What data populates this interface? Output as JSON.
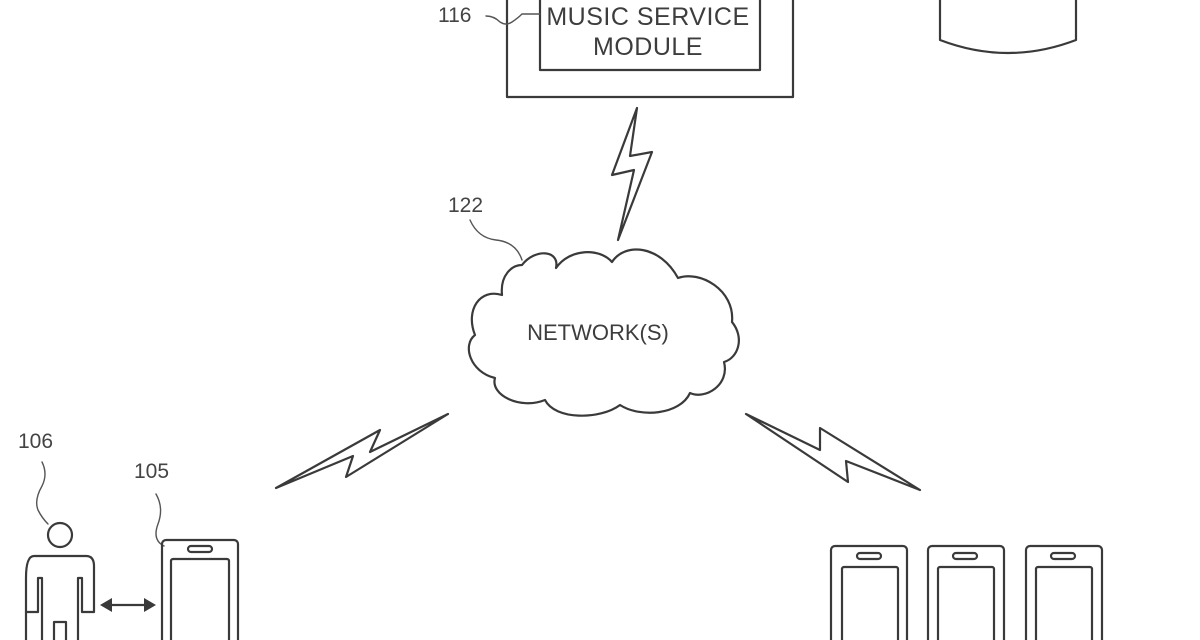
{
  "diagram": {
    "server": {
      "ref": "116",
      "module_line1": "MUSIC SERVICE",
      "module_line2": "MODULE"
    },
    "network": {
      "ref": "122",
      "label": "NETWORK(S)"
    },
    "user": {
      "ref": "106"
    },
    "user_device": {
      "ref": "105"
    },
    "other_devices_count": 3
  }
}
